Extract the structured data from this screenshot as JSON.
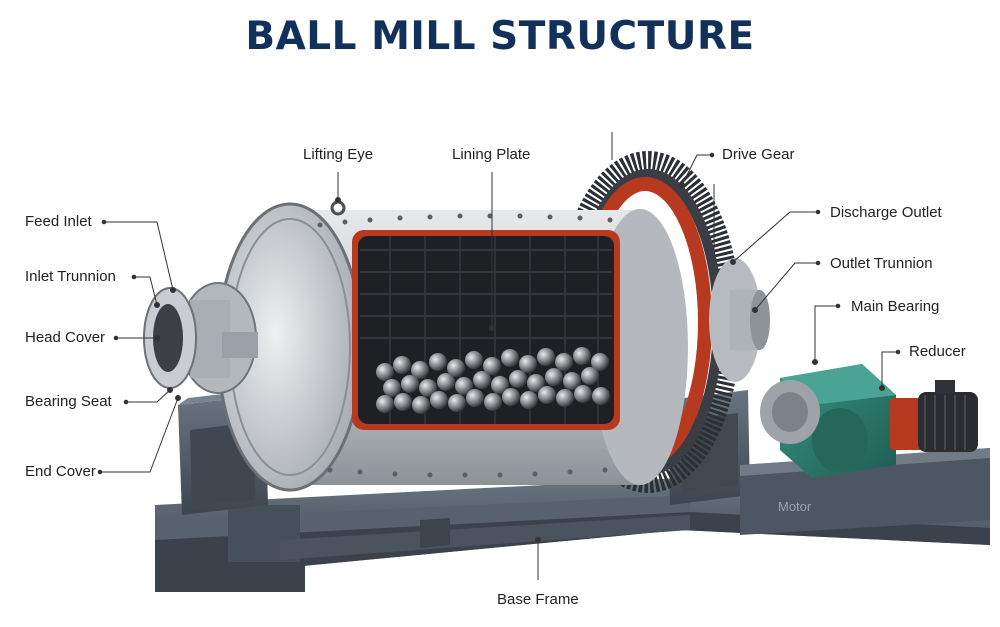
{
  "title": "BALL MILL STRUCTURE",
  "colors": {
    "title": "#12315a",
    "shell": "#c9ccd0",
    "lining_red": "#b7391f",
    "gear": "#2f3238",
    "frame": "#4f5966",
    "reducer": "#2f7f72",
    "motor": "#2a2c30",
    "leader_line": "#333333"
  },
  "labels": {
    "feed_inlet": "Feed Inlet",
    "inlet_trunnion": "Inlet Trunnion",
    "head_cover": "Head Cover",
    "bearing_seat": "Bearing Seat",
    "end_cover": "End Cover",
    "lifting_eye": "Lifting Eye",
    "lining_plate": "Lining Plate",
    "drive_gear": "Drive Gear",
    "discharge_outlet": "Discharge Outlet",
    "outlet_trunnion": "Outlet Trunnion",
    "main_bearing": "Main Bearing",
    "reducer": "Reducer",
    "base_frame": "Base Frame"
  },
  "embossed": {
    "motor": "Motor"
  }
}
